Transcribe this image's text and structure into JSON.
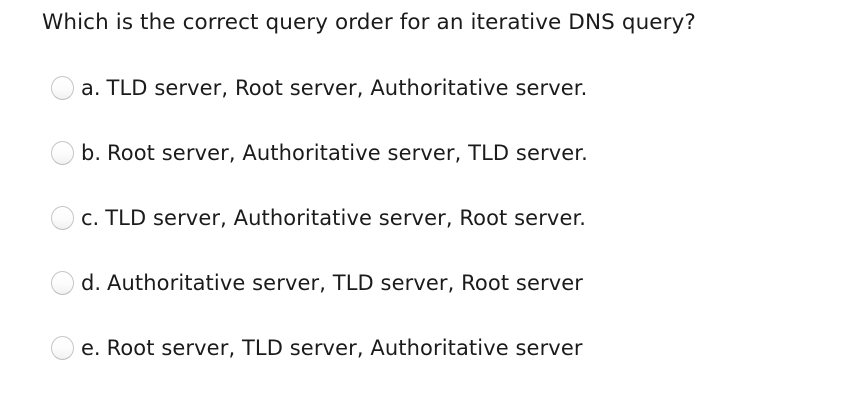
{
  "question": {
    "text": "Which is the correct query order for an iterative DNS query?"
  },
  "options": [
    {
      "letter": "a.",
      "text": "TLD server, Root server, Authoritative server.",
      "selected": false
    },
    {
      "letter": "b.",
      "text": "Root server, Authoritative server, TLD server.",
      "selected": false
    },
    {
      "letter": "c.",
      "text": "TLD server, Authoritative server, Root server.",
      "selected": false
    },
    {
      "letter": "d.",
      "text": "Authoritative server, TLD server, Root server",
      "selected": false
    },
    {
      "letter": "e.",
      "text": "Root server, TLD server, Authoritative server",
      "selected": false
    }
  ],
  "colors": {
    "text": "#1b1b1b",
    "radio_border": "#c6c6c6",
    "background": "#ffffff"
  }
}
